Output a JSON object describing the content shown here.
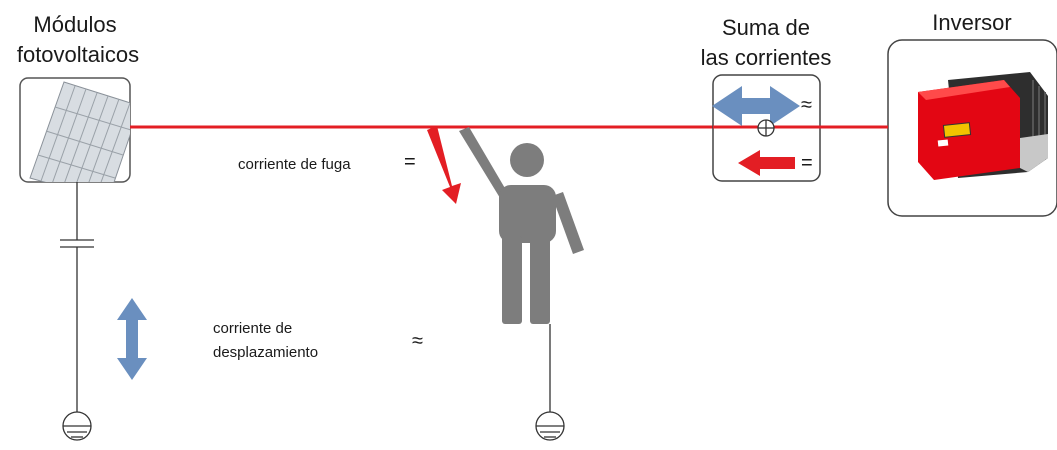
{
  "titles": {
    "pv_modules_line1": "Módulos",
    "pv_modules_line2": "fotovoltaicos",
    "current_sum_line1": "Suma de",
    "current_sum_line2": "las corrientes",
    "inverter": "Inversor"
  },
  "labels": {
    "leakage_current": "corriente de fuga",
    "leakage_symbol": "=",
    "displacement_line1": "corriente de",
    "displacement_line2": "desplazamiento",
    "displacement_symbol": "≈"
  },
  "sum_box": {
    "ac_symbol": "≈",
    "dc_symbol": "=",
    "sum_symbol": "⊕"
  },
  "colors": {
    "line_red": "#e31e24",
    "arrow_blue": "#6a8fbf",
    "person_gray": "#7d7d7d",
    "inverter_red": "#e30613",
    "inverter_dark": "#333333",
    "box_border": "#444444"
  }
}
